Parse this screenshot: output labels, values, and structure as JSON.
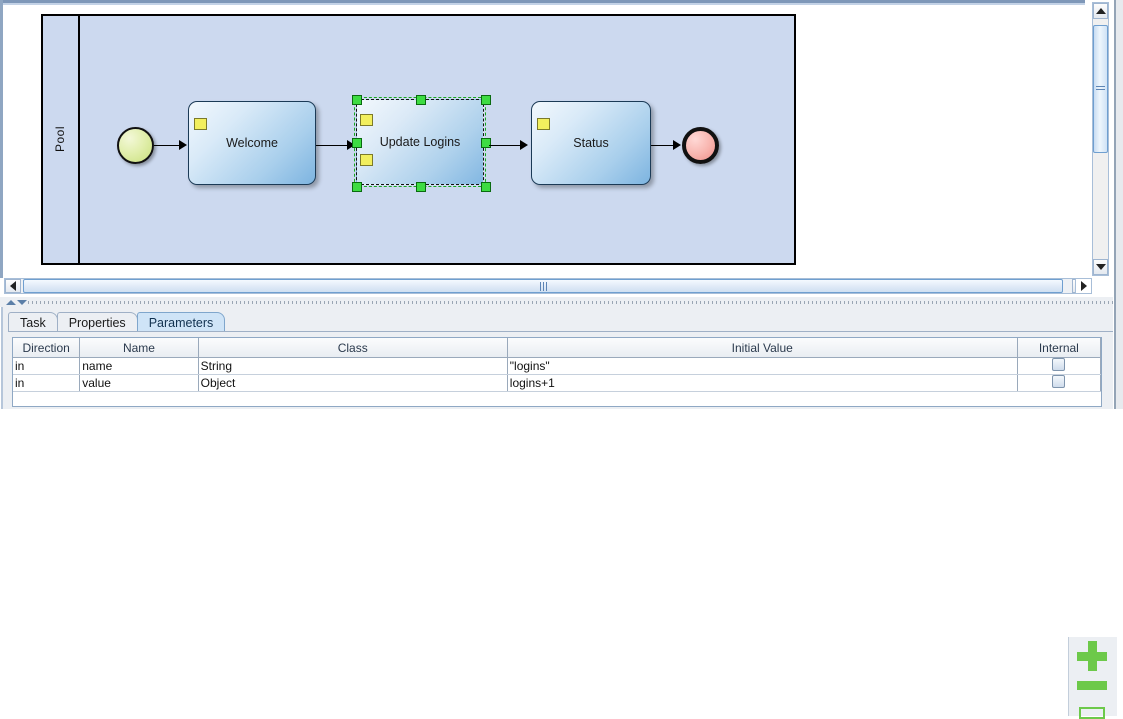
{
  "editor": {
    "pool_label": "Pool",
    "nodes": [
      {
        "id": "start",
        "type": "start-event",
        "label": ""
      },
      {
        "id": "welcome",
        "type": "task",
        "label": "Welcome"
      },
      {
        "id": "update-logins",
        "type": "task",
        "label": "Update Logins",
        "selected": true
      },
      {
        "id": "status",
        "type": "task",
        "label": "Status"
      },
      {
        "id": "end",
        "type": "end-event",
        "label": ""
      }
    ],
    "scrollbars": {
      "vertical_up_icon": "triangle-up-icon",
      "vertical_down_icon": "triangle-down-icon",
      "horizontal_left_icon": "triangle-left-icon",
      "horizontal_right_icon": "triangle-right-icon",
      "corner_icon": "triangle-right-icon"
    },
    "splitter": {
      "collapse_up_icon": "splitter-up-icon",
      "collapse_down_icon": "splitter-down-icon"
    }
  },
  "bottom": {
    "tabs": [
      {
        "label": "Task",
        "active": false
      },
      {
        "label": "Properties",
        "active": false
      },
      {
        "label": "Parameters",
        "active": true
      }
    ],
    "table": {
      "columns": [
        "Direction",
        "Name",
        "Class",
        "Initial Value",
        "Internal"
      ],
      "rows": [
        {
          "direction": "in",
          "name": "name",
          "class": "String",
          "initial_value": "\"logins\"",
          "internal": false
        },
        {
          "direction": "in",
          "name": "value",
          "class": "Object",
          "initial_value": "logins+1",
          "internal": false
        }
      ]
    },
    "actions": [
      {
        "name": "add-parameter-button",
        "icon": "plus-icon"
      },
      {
        "name": "remove-parameter-button",
        "icon": "minus-icon"
      },
      {
        "name": "move-parameter-button",
        "icon": "rect-outline-icon"
      }
    ]
  },
  "colors": {
    "pool_fill": "#ccd9ef",
    "task_gradient_light": "#f2f8fd",
    "task_gradient_dark": "#7db4e0",
    "start_event_fill": "#c9e07c",
    "end_event_fill": "#ef8f89",
    "selection_handle": "#3ddc42",
    "marker_yellow": "#f2ef5e",
    "action_green": "#6dc94a",
    "tab_active": "#cfe4f7"
  }
}
